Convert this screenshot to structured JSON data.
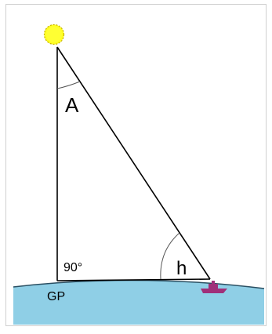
{
  "labels": {
    "angle_at_sun": "A",
    "angle_at_ship": "h",
    "right_angle": "90°",
    "ground_point": "GP"
  },
  "colors": {
    "sun_fill": "#ffff22",
    "sun_stroke": "#c8b400",
    "sea_fill": "#8fcfe6",
    "sea_stroke": "#2a4f62",
    "frame_stroke": "#cfcfcf",
    "line": "#000000",
    "arc": "#555555",
    "ship": "#a0307a"
  },
  "icons": {
    "sun": "sun-icon",
    "ship": "ship-icon"
  }
}
